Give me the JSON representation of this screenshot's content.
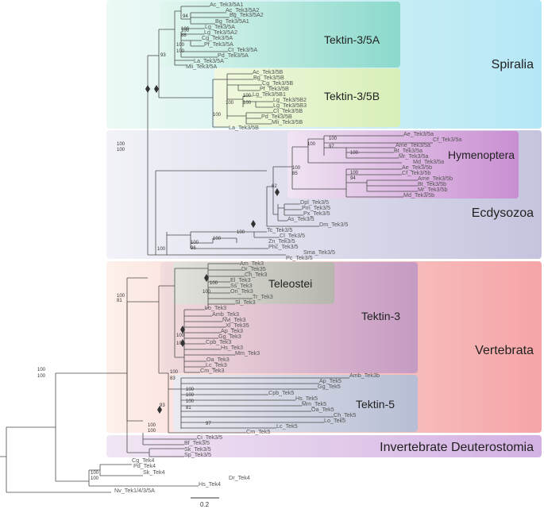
{
  "regions": {
    "spiralia": "Spiralia",
    "ecdysozoa": "Ecdysozoa",
    "vertebrata": "Vertebrata",
    "inv_deut": "Invertebrate Deuterostomia"
  },
  "clades": {
    "tek35a": "Tektin-3/5A",
    "tek35b": "Tektin-3/5B",
    "hymenoptera": "Hymenoptera",
    "teleostei": "Teleostei",
    "tektin3": "Tektin-3",
    "tektin5": "Tektin-5"
  },
  "taxa": [
    {
      "id": "t1",
      "label": "Ac_Tek3/5A1"
    },
    {
      "id": "t2",
      "label": "Ac_Tek3/5A2"
    },
    {
      "id": "t3",
      "label": "Bg_Tek3/5A2"
    },
    {
      "id": "t4",
      "label": "Bg_Tek3/5A1"
    },
    {
      "id": "t5",
      "label": "Lg_Tek3/5A"
    },
    {
      "id": "t6",
      "label": "Lg_Tek3/5A2"
    },
    {
      "id": "t7",
      "label": "Cg_Tek3/5A"
    },
    {
      "id": "t8",
      "label": "Pf_Tek3/5A"
    },
    {
      "id": "t9",
      "label": "Ct_Tek3/5A"
    },
    {
      "id": "t10",
      "label": "Pd_Tek3/5A"
    },
    {
      "id": "t11",
      "label": "La_Tek3/5A"
    },
    {
      "id": "t12",
      "label": "Mli_Tek3/5A"
    },
    {
      "id": "t13",
      "label": "Ac_Tek3/5B"
    },
    {
      "id": "t14",
      "label": "Bg_Tek3/5B"
    },
    {
      "id": "t15",
      "label": "Cg_Tek3/5B"
    },
    {
      "id": "t16",
      "label": "Pf_Tek3/5B"
    },
    {
      "id": "t17",
      "label": "Lg_Tek3/5B1"
    },
    {
      "id": "t18",
      "label": "Lg_Tek3/5B2"
    },
    {
      "id": "t19",
      "label": "Lg_Tek3/5B3"
    },
    {
      "id": "t20",
      "label": "Ct_Tek3/5B"
    },
    {
      "id": "t21",
      "label": "Pd_Tek3/5B"
    },
    {
      "id": "t22",
      "label": "Mli_Tek3/5B"
    },
    {
      "id": "t23",
      "label": "La_Tek3/5B"
    },
    {
      "id": "t24",
      "label": "Ae_Tek3/5a"
    },
    {
      "id": "t25",
      "label": "Cf_Tek3/5a"
    },
    {
      "id": "t26",
      "label": "Ame_Tek3/5a"
    },
    {
      "id": "t27",
      "label": "Bt_Tek3/5a"
    },
    {
      "id": "t28",
      "label": "Mr_Tek3/5a"
    },
    {
      "id": "t29",
      "label": "Md_Tek3/5a"
    },
    {
      "id": "t30",
      "label": "Ae_Tek3/5b"
    },
    {
      "id": "t31",
      "label": "Cf_Tek3/5b"
    },
    {
      "id": "t32",
      "label": "Ame_Tek3/5b"
    },
    {
      "id": "t33",
      "label": "Bt_Tek3/5b"
    },
    {
      "id": "t34",
      "label": "Mr_Tek3/5b"
    },
    {
      "id": "t35",
      "label": "Md_Tek3/5b"
    },
    {
      "id": "t36",
      "label": "Dpl_Tek3/5"
    },
    {
      "id": "t37",
      "label": "Pm_Tek3/5"
    },
    {
      "id": "t38",
      "label": "Px_Tek3/5"
    },
    {
      "id": "t39",
      "label": "As_Tek3/5"
    },
    {
      "id": "t40",
      "label": "Dm_Tek3/5"
    },
    {
      "id": "t41",
      "label": "Tc_Tek3/5"
    },
    {
      "id": "t42",
      "label": "Cl_Tek3/5"
    },
    {
      "id": "t43",
      "label": "Zn_Tek3/5"
    },
    {
      "id": "t44",
      "label": "Phc_Tek3/5"
    },
    {
      "id": "t45",
      "label": "Sma_Tek3/5"
    },
    {
      "id": "t46",
      "label": "Pc_Tek3/5"
    },
    {
      "id": "t47",
      "label": "Am_Tek3"
    },
    {
      "id": "t48",
      "label": "Dr_Tek35"
    },
    {
      "id": "t49",
      "label": "Ch_Tek3"
    },
    {
      "id": "t50",
      "label": "El_Tek3"
    },
    {
      "id": "t51",
      "label": "Ss_Tek3"
    },
    {
      "id": "t52",
      "label": "On_Tek3"
    },
    {
      "id": "t53",
      "label": "Tr_Tek3"
    },
    {
      "id": "t54",
      "label": "Sl_Tek3"
    },
    {
      "id": "t55",
      "label": "Lo_Tek3"
    },
    {
      "id": "t56",
      "label": "Amb_Tek3"
    },
    {
      "id": "t57",
      "label": "Nvi_Tek3"
    },
    {
      "id": "t58",
      "label": "Xl_Tek35"
    },
    {
      "id": "t59",
      "label": "Ap_Tek3"
    },
    {
      "id": "t60",
      "label": "Gg_Tek3"
    },
    {
      "id": "t61",
      "label": "Cpb_Tek3"
    },
    {
      "id": "t62",
      "label": "Hs_Tek3"
    },
    {
      "id": "t63",
      "label": "Mm_Tek3"
    },
    {
      "id": "t64",
      "label": "Oa_Tek3"
    },
    {
      "id": "t65",
      "label": "Lc_Tek3"
    },
    {
      "id": "t66",
      "label": "Cm_Tek3"
    },
    {
      "id": "t67",
      "label": "Amb_Tek3b"
    },
    {
      "id": "t68",
      "label": "Ap_Tek5"
    },
    {
      "id": "t69",
      "label": "Gg_Tek5"
    },
    {
      "id": "t70",
      "label": "Cpb_Tek5"
    },
    {
      "id": "t71",
      "label": "Hs_Tek5"
    },
    {
      "id": "t72",
      "label": "Mm_Tek5"
    },
    {
      "id": "t73",
      "label": "Oa_Tek5"
    },
    {
      "id": "t74",
      "label": "Ch_Tek5"
    },
    {
      "id": "t75",
      "label": "Lo_Tek5"
    },
    {
      "id": "t76",
      "label": "Lc_Tek5"
    },
    {
      "id": "t77",
      "label": "Cm_Tek5"
    },
    {
      "id": "t78",
      "label": "Ci_Tek3/5"
    },
    {
      "id": "t79",
      "label": "Bf_Tek3/5"
    },
    {
      "id": "t80",
      "label": "Sk_Tek3/5"
    },
    {
      "id": "t81",
      "label": "Sp_Tek3/5"
    },
    {
      "id": "t82",
      "label": "Cg_Tek4"
    },
    {
      "id": "t83",
      "label": "Pd_Tek4"
    },
    {
      "id": "t84",
      "label": "Sk_Tek4"
    },
    {
      "id": "t85",
      "label": "Dr_Tek4"
    },
    {
      "id": "t86",
      "label": "Hs_Tek4"
    },
    {
      "id": "t87",
      "label": "Nv_Tek1/4/3/5A"
    }
  ],
  "support": {
    "s1": "94",
    "s2": "100",
    "s3": "100",
    "s4": "88",
    "s5": "100",
    "s6": "100",
    "s7": "93",
    "s8": "100",
    "s9": "100",
    "s10": "100",
    "s11": "100",
    "s12": "100",
    "s13": "100",
    "s14": "94",
    "s15": "100",
    "s16": "100",
    "s17": "97",
    "s18": "100",
    "s19": "85",
    "s20": "62",
    "s21": "100",
    "s22": "100",
    "s23": "100",
    "s24": "96",
    "s25": "100",
    "s26": "100",
    "s27": "100",
    "s28": "81",
    "s29": "100",
    "s30": "100",
    "s31": "100",
    "s32": "100",
    "s33": "100",
    "s34": "100",
    "s35": "83",
    "s36": "100",
    "s37": "100",
    "s38": "100",
    "s39": "81",
    "s40": "93",
    "s41": "97",
    "s42": "100",
    "s43": "100",
    "s44": "100",
    "s45": "100",
    "s46": "100",
    "s47": "100"
  },
  "scale_bar": "0.2",
  "colors": {
    "spiralia_light": "#c6eef7",
    "tek35a": "#8fdcd0",
    "tek35b": "#d8f0b8",
    "ecdysozoa": "#c8c8e2",
    "hymenoptera": "#cc8fd4",
    "vertebrata": "#f6a9ab",
    "teleostei": "#b9b9b0",
    "tektin3": "#c79cc4",
    "tektin5": "#b9c0d6",
    "inv_deut": "#d6b4e4"
  }
}
